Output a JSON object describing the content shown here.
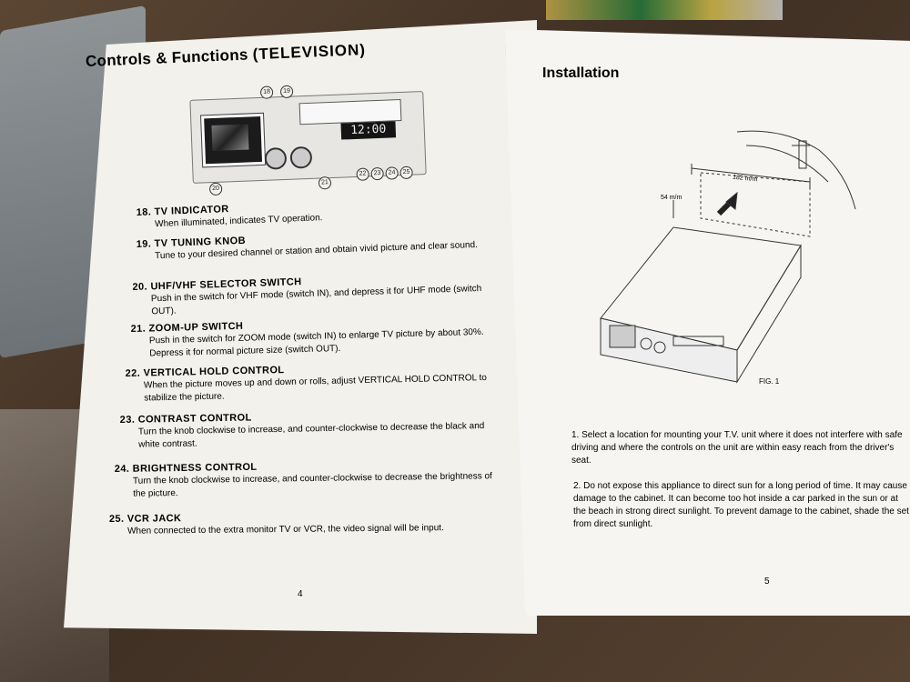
{
  "left_page": {
    "title_main": "Controls & Functions",
    "title_paren": "(TELEVISION)",
    "clock_display": "12:00",
    "callouts": [
      "18",
      "19",
      "20",
      "21",
      "22",
      "23",
      "24",
      "25"
    ],
    "items": [
      {
        "num": "18.",
        "head": "TV INDICATOR",
        "body": "When illuminated, indicates TV operation."
      },
      {
        "num": "19.",
        "head": "TV TUNING KNOB",
        "body": "Tune to your desired channel or station and obtain vivid picture and clear sound."
      },
      {
        "num": "20.",
        "head": "UHF/VHF SELECTOR SWITCH",
        "body": "Push in the switch for VHF mode (switch IN), and depress it for UHF mode (switch OUT)."
      },
      {
        "num": "21.",
        "head": "ZOOM-UP SWITCH",
        "body": "Push in the switch for ZOOM mode (switch IN) to enlarge TV picture by about 30%. Depress it for normal picture size (switch OUT)."
      },
      {
        "num": "22.",
        "head": "VERTICAL HOLD CONTROL",
        "body": "When the picture moves up and down or rolls, adjust VERTICAL HOLD CONTROL to stabilize the picture."
      },
      {
        "num": "23.",
        "head": "CONTRAST CONTROL",
        "body": "Turn the knob clockwise to increase, and counter-clockwise to decrease the black and white contrast."
      },
      {
        "num": "24.",
        "head": "BRIGHTNESS CONTROL",
        "body": "Turn the knob clockwise to increase, and counter-clockwise to decrease the brightness of the picture."
      },
      {
        "num": "25.",
        "head": "VCR JACK",
        "body": "When connected to the extra monitor TV or VCR, the video signal will be input."
      }
    ],
    "page_number": "4"
  },
  "right_page": {
    "title": "Installation",
    "fig_caption": "FIG. 1",
    "dim_width": "182 m/m",
    "dim_height": "54 m/m",
    "items": [
      {
        "num": "1.",
        "text": "Select a location for mounting your T.V. unit where it does not interfere with safe driving and where the controls on the unit are within easy reach from the driver's seat."
      },
      {
        "num": "2.",
        "text": "Do not expose this appliance to direct sun for a long period of time. It may cause damage to the cabinet. It can become too hot inside a car parked in the sun or at the beach in strong direct sunlight. To prevent damage to the cabinet, shade the set from direct sunlight."
      }
    ],
    "page_number": "5"
  }
}
